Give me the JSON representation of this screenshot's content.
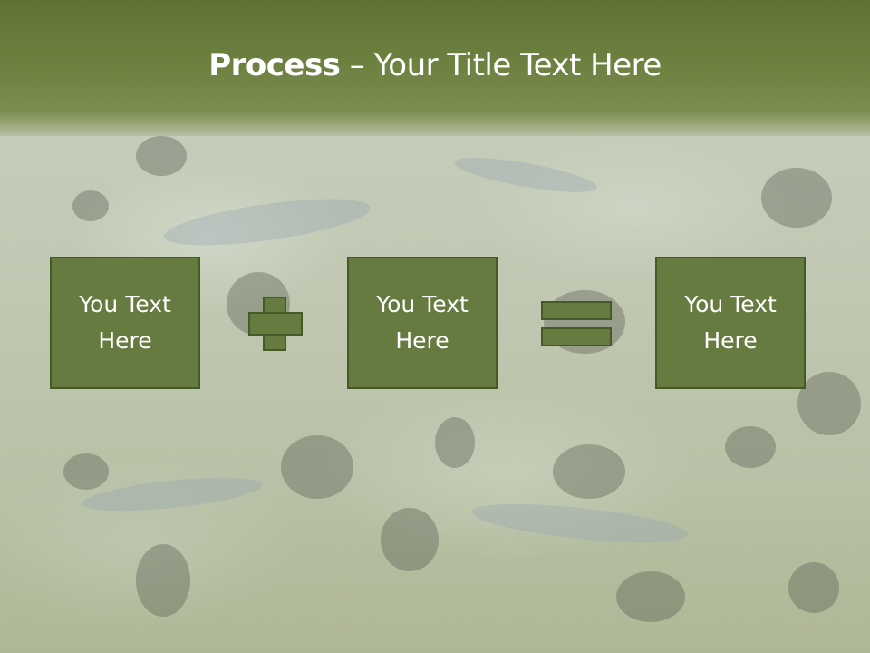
{
  "slide": {
    "title_bold": "Process",
    "title_rest": " – Your Title Text Here",
    "boxes": [
      {
        "text": "You Text Here"
      },
      {
        "text": "You Text Here"
      },
      {
        "text": "You Text Here"
      }
    ],
    "operators": [
      "plus-icon",
      "equals-icon"
    ],
    "colors": {
      "header": "#6c8040",
      "box_fill": "#667b3f",
      "box_border": "#465a27",
      "text": "#ffffff"
    }
  }
}
